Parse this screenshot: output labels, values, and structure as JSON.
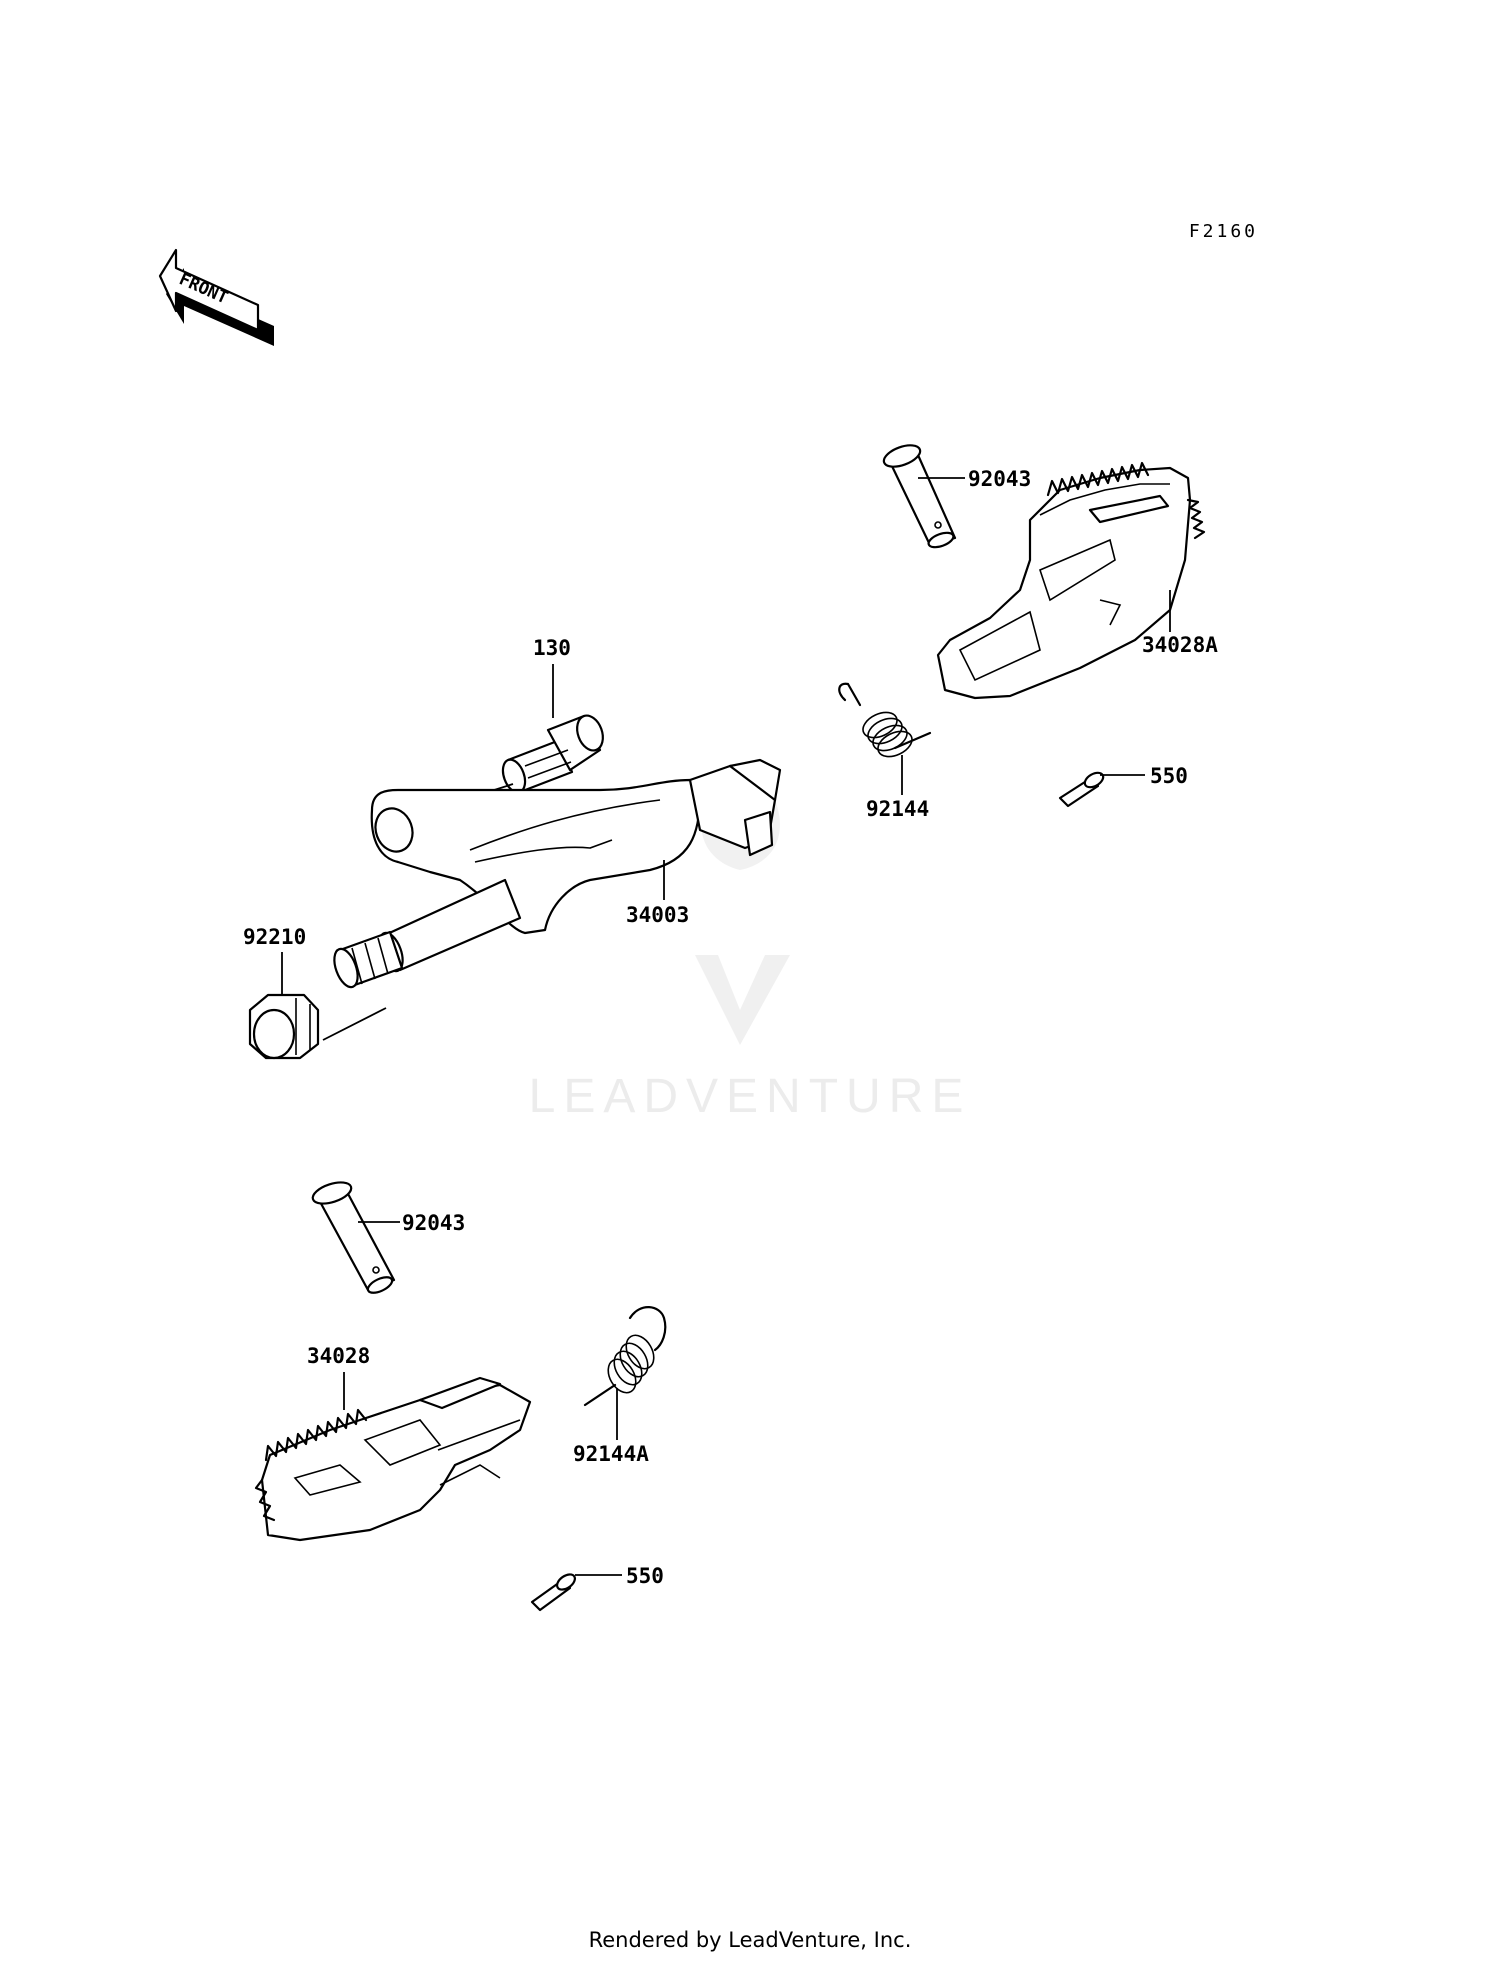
{
  "figure_code": "F2160",
  "front_label": "FRONT",
  "watermark_text": "LEADVENTURE",
  "callouts": {
    "pin_upper": "92043",
    "step_right": "34028A",
    "bolt": "130",
    "spring_upper": "92144",
    "cotter_upper": "550",
    "bracket": "34003",
    "nut": "92210",
    "pin_lower": "92043",
    "step_left": "34028",
    "spring_lower": "92144A",
    "cotter_lower": "550"
  },
  "footer_text": "Rendered by LeadVenture, Inc."
}
